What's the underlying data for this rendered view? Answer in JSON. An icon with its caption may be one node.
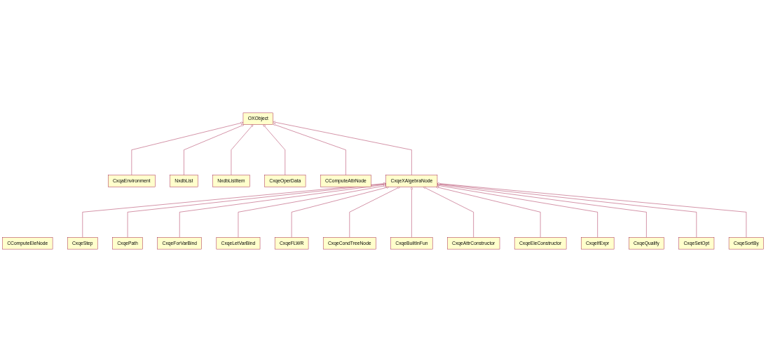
{
  "diagram": {
    "nodes": [
      {
        "text": [
          "OXObject"
        ]
      },
      {
        "text": [
          "CxqaEnvironment"
        ]
      },
      {
        "text": [
          "NxdbList"
        ]
      },
      {
        "text": [
          "NxdbListItem"
        ]
      },
      {
        "text": [
          "CxqeOperData"
        ]
      },
      {
        "text": [
          "CComputeAttrNode"
        ]
      },
      {
        "text": [
          "CxqeXAlgebraNode"
        ]
      },
      {
        "text": [
          "CComputeEleNode"
        ]
      },
      {
        "text": [
          "CxqeStep"
        ]
      },
      {
        "text": [
          "CxqePath"
        ]
      },
      {
        "text": [
          "CxqeForVarBind"
        ]
      },
      {
        "text": [
          "CxqeLetVarBind"
        ]
      },
      {
        "text": [
          "CxqeFLWR"
        ]
      },
      {
        "text": [
          "CxqeCondTreeNode"
        ]
      },
      {
        "text": [
          "CxqeBuiltInFun"
        ]
      },
      {
        "text": [
          "CxqeAttrConstructor"
        ]
      },
      {
        "text": [
          "CxqeEleConstructor"
        ]
      },
      {
        "text": [
          "CxqeIfExpr"
        ]
      },
      {
        "text": [
          "CxqeQualify"
        ]
      },
      {
        "text": [
          "CxqeSetOpt"
        ]
      },
      {
        "text": [
          "CxqeSortBy"
        ]
      }
    ],
    "edges": [
      {
        "from": 1,
        "to": 0,
        "arrow": "to"
      },
      {
        "from": 2,
        "to": 0,
        "arrow": "to"
      },
      {
        "from": 3,
        "to": 0,
        "arrow": "to"
      },
      {
        "from": 4,
        "to": 0,
        "arrow": "to"
      },
      {
        "from": 5,
        "to": 0,
        "arrow": "to"
      },
      {
        "from": 6,
        "to": 0,
        "arrow": "to"
      },
      {
        "from": 8,
        "to": 6,
        "arrow": "to"
      },
      {
        "from": 9,
        "to": 6,
        "arrow": "to"
      },
      {
        "from": 10,
        "to": 6,
        "arrow": "to"
      },
      {
        "from": 11,
        "to": 6,
        "arrow": "to"
      },
      {
        "from": 12,
        "to": 6,
        "arrow": "to"
      },
      {
        "from": 13,
        "to": 6,
        "arrow": "to"
      },
      {
        "from": 14,
        "to": 6,
        "arrow": "to"
      },
      {
        "from": 15,
        "to": 6,
        "arrow": "to"
      },
      {
        "from": 16,
        "to": 6,
        "arrow": "to"
      },
      {
        "from": 17,
        "to": 6,
        "arrow": "to"
      },
      {
        "from": 18,
        "to": 6,
        "arrow": "to"
      },
      {
        "from": 19,
        "to": 6,
        "arrow": "to"
      },
      {
        "from": 20,
        "to": 6,
        "arrow": "to"
      }
    ]
  }
}
